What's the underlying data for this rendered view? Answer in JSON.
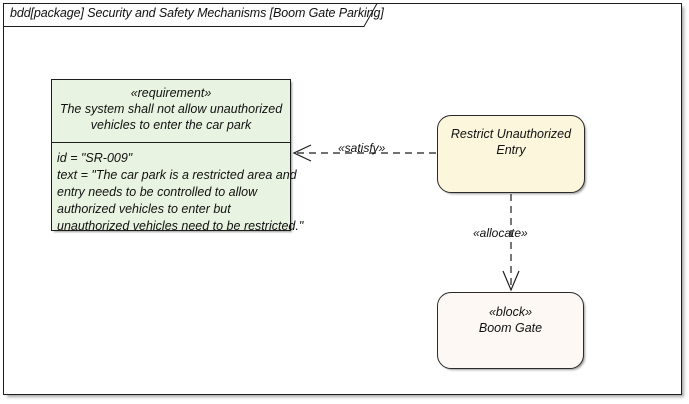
{
  "diagram": {
    "frame_label": "bdd[package] Security and Safety Mechanisms [Boom Gate Parking]",
    "kind": "SysML Block Definition Diagram"
  },
  "requirement": {
    "stereotype": "«requirement»",
    "name_line1": "The system shall not allow unauthorized",
    "name_line2": "vehicles to enter the car park",
    "properties": [
      "id = \"SR-009\"",
      "text = \"The car park is a restricted area and",
      "entry needs to be controlled to allow",
      "authorized vehicles to enter but",
      "unauthorized vehicles need to be restricted.\""
    ]
  },
  "usecase": {
    "name_line1": "Restrict Unauthorized",
    "name_line2": "Entry"
  },
  "block": {
    "stereotype": "«block»",
    "name": "Boom Gate"
  },
  "connectors": [
    {
      "id": "satisfy",
      "label": "«satisfy»",
      "style": "dashed",
      "arrow": "open",
      "from": "usecase",
      "to": "requirement"
    },
    {
      "id": "allocate",
      "label": "«allocate»",
      "style": "dashed",
      "arrow": "open",
      "from": "usecase",
      "to": "block"
    }
  ],
  "colors": {
    "requirement_fill": "#e9f3e1",
    "usecase_fill": "#fbf6dc",
    "block_fill": "#fdf8f3",
    "line": "#1d1d1d",
    "background": "#ffffff"
  }
}
